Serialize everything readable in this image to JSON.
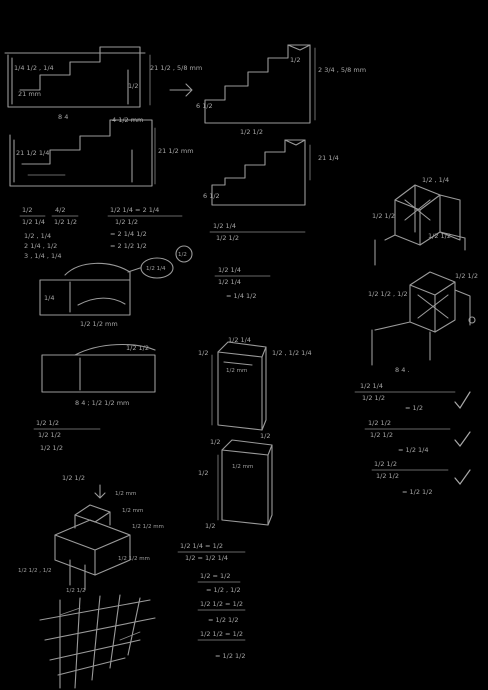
{
  "notes": {
    "top_left": {
      "left": "1/4 1/2 , 1/4",
      "height_label": "21 1/2 , 5/8 mm",
      "inner": "21 mm",
      "step": "1/2",
      "bottom": "8 4"
    },
    "top_right": {
      "height_label": "2 3/4 , 5/8 mm",
      "left": "6 1/2",
      "step": "1/2",
      "bottom": "1/2 1/2"
    },
    "second_left": {
      "top": "4 1/2 mm",
      "left": "21 1/2 1/4",
      "right": "21 1/2 mm"
    },
    "second_right": {
      "right": "21 1/4",
      "left": "6 1/2"
    },
    "calc_left": {
      "frac1_num": "1/2",
      "frac1_den": "1/2 1/4",
      "frac2_num": "4/2",
      "frac2_den": "1/2 1/2",
      "result1": "1/2 , 1/4",
      "result2": "2 1/4 , 1/2",
      "result3": "3 , 1/4 , 1/4"
    },
    "calc_mid": {
      "line1": "1/2 1/4 = 2 1/4",
      "line2": "1/2 1/2",
      "line3": "= 2 1/4 1/2",
      "line4": "= 2 1/2 1/2",
      "circle": "1/2"
    },
    "calc_right_mid": {
      "line1": "1/2 1/4",
      "line2": "1/2 1/2",
      "line3": "1/2 1/4",
      "line4": "1/2 1/4",
      "line5": "= 1/4 1/2"
    },
    "mound": {
      "circle": "1/2 1/4",
      "bottom": "1/2 1/2 mm",
      "left": "1/4"
    },
    "box_mid_left": {
      "top": "1/2 1/2",
      "bottom": "8 4 ; 1/2 1/2 mm"
    },
    "calc_lower_left": {
      "line1": "1/2 1/2",
      "line2": "1/2 1/2",
      "line3": "1/2 1/2"
    },
    "iso_left": {
      "top": "1/2 1/2",
      "label1": "1/2 mm",
      "label2": "1/2 mm",
      "label3": "1/2 1/2 mm",
      "label4": "1/2 1/2 mm",
      "left": "1/2 1/2 , 1/2",
      "bottom": "1/2 1/2"
    },
    "tall_box_1": {
      "top": "1/2 1/4",
      "left": "1/2",
      "right": "1/2 , 1/2 1/4",
      "inner": "1/2 mm",
      "bottom": "1/2"
    },
    "tall_box_2": {
      "top": "1/2",
      "left": "1/2",
      "inner": "1/2 mm",
      "bottom": "1/2"
    },
    "calc_lower_mid": {
      "line1": "1/2 1/4 = 1/2",
      "line2": "1/2 = 1/2 1/4",
      "line3": "1/2 = 1/2",
      "line4": "= 1/2 , 1/2",
      "line5": "1/2 1/2 = 1/2",
      "line6": "= 1/2 1/2",
      "line7": "1/2 1/2 = 1/2",
      "line8": "= 1/2 1/2"
    },
    "iso_right_top": {
      "top": "1/2 , 1/4",
      "left": "1/2 1/2",
      "right": "1/2 1/2"
    },
    "iso_right_bottom": {
      "left": "1/2 1/2 , 1/2",
      "right": "1/2 1/2"
    },
    "calc_right": {
      "heading": "8 4 .",
      "a1": "1/2 1/4",
      "a2": "1/2 1/2",
      "a3": "= 1/2",
      "b1": "1/2 1/2",
      "b2": "1/2 1/2",
      "b3": "= 1/2 1/4",
      "c1": "1/2 1/2",
      "c2": "1/2 1/2",
      "c3": "= 1/2 1/2"
    }
  }
}
